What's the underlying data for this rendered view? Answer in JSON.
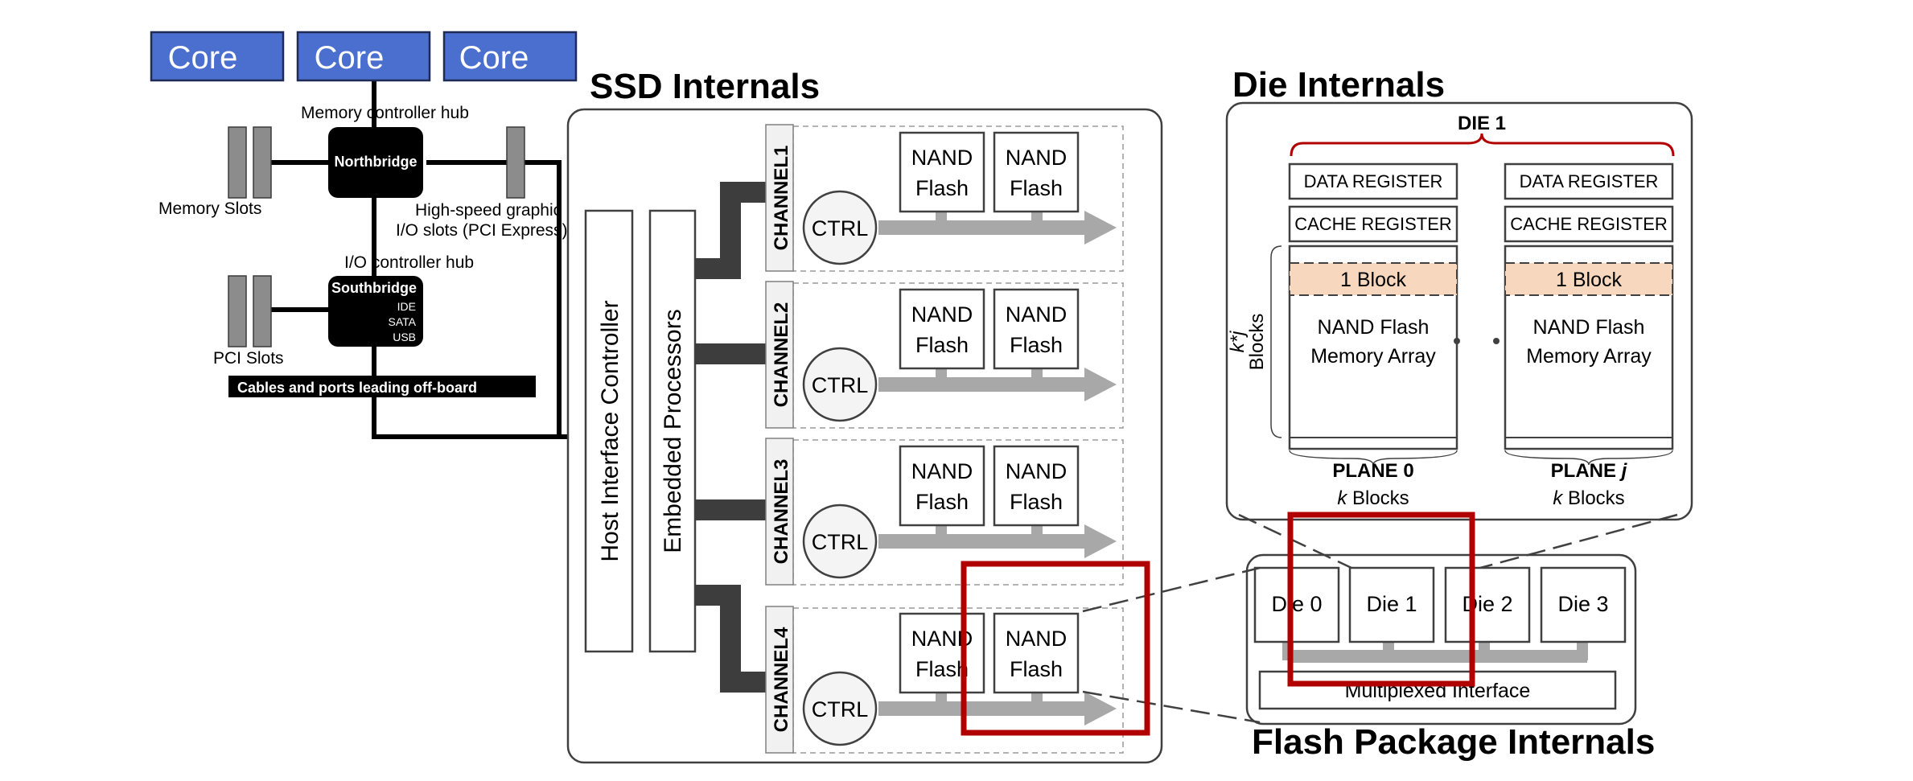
{
  "cpu": {
    "cores": [
      "Core",
      "Core",
      "Core"
    ],
    "memory_controller_hub": "Memory controller hub",
    "northbridge": "Northbridge",
    "memory_slots": "Memory Slots",
    "graphics_line1": "High-speed graphic",
    "graphics_line2": "I/O slots (PCI Express)",
    "io_controller_hub": "I/O controller hub",
    "southbridge": "Southbridge",
    "southbridge_ports": [
      "IDE",
      "SATA",
      "USB"
    ],
    "pci_slots": "PCI Slots",
    "cables_ports": "Cables and ports leading off-board"
  },
  "ssd": {
    "title": "SSD Internals",
    "host_interface": "Host Interface Controller",
    "embedded_processors": "Embedded Processors",
    "channels": [
      {
        "label": "CHANNEL1",
        "ctrl": "CTRL",
        "nand": [
          "NAND",
          "Flash"
        ]
      },
      {
        "label": "CHANNEL2",
        "ctrl": "CTRL",
        "nand": [
          "NAND",
          "Flash"
        ]
      },
      {
        "label": "CHANNEL3",
        "ctrl": "CTRL",
        "nand": [
          "NAND",
          "Flash"
        ]
      },
      {
        "label": "CHANNEL4",
        "ctrl": "CTRL",
        "nand": [
          "NAND",
          "Flash"
        ]
      }
    ]
  },
  "die": {
    "title": "Die Internals",
    "die_label": "DIE 1",
    "data_register": "DATA REGISTER",
    "cache_register": "CACHE REGISTER",
    "block": "1 Block",
    "array_line1": "NAND Flash",
    "array_line2": "Memory Array",
    "side_label_line1": "k*j",
    "side_label_line2": "Blocks",
    "plane0": "PLANE 0",
    "planej_prefix": "PLANE ",
    "planej_var": "j",
    "k_var": "k",
    "blocks_suffix": " Blocks"
  },
  "package": {
    "title": "Flash Package Internals",
    "dies": [
      "Die 0",
      "Die 1",
      "Die 2",
      "Die 3"
    ],
    "multiplexed": "Multiplexed Interface"
  },
  "colors": {
    "core_blue": "#4a6fcf",
    "highlight_red": "#b00000",
    "block_peach": "#f7d8bf",
    "bus_gray": "#a8a8a8"
  }
}
